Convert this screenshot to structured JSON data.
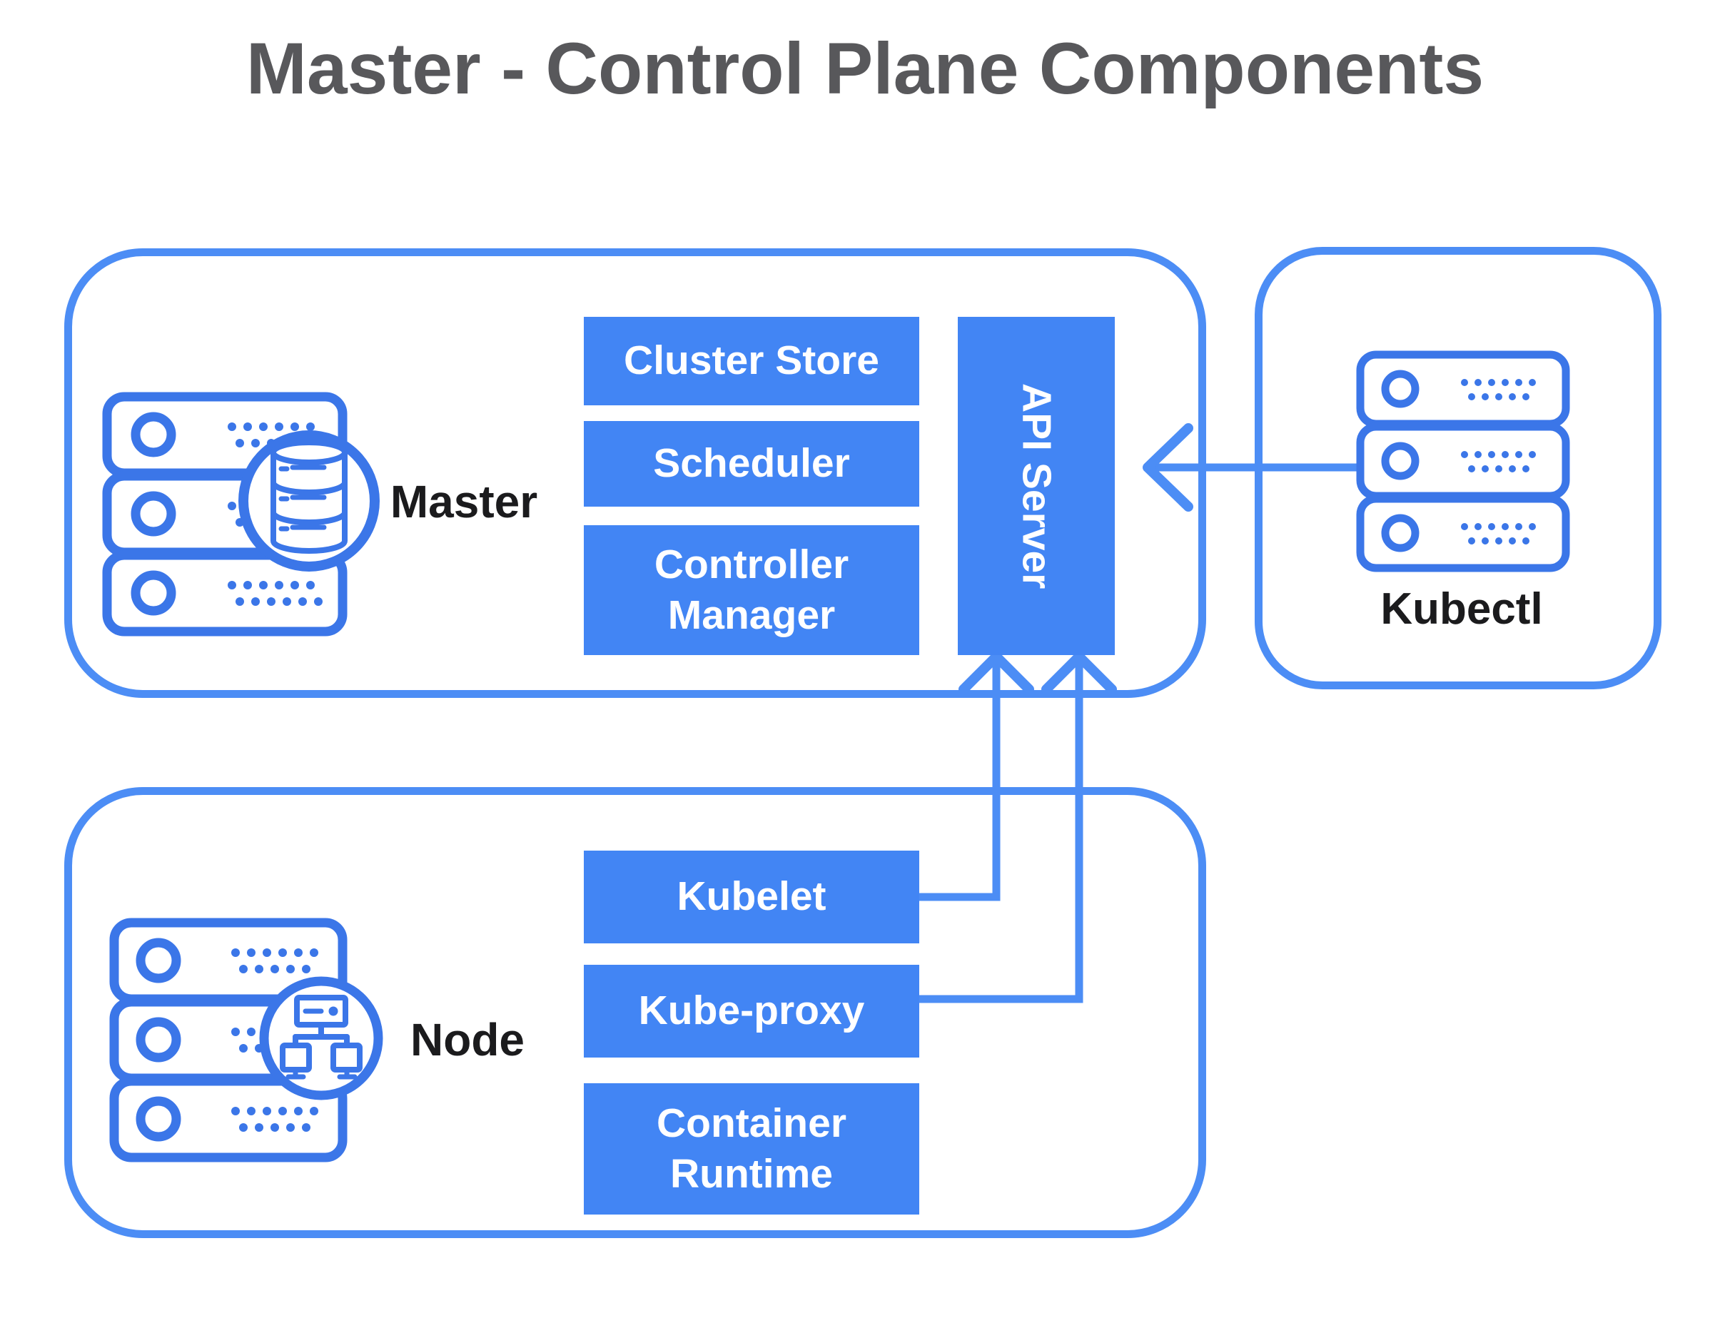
{
  "title": "Master - Control Plane Components",
  "colors": {
    "box_fill": "#4285F4",
    "container_outline": "#4C8DF5",
    "icon_stroke": "#3B76E8",
    "title_text": "#58585B",
    "label_text": "#1B1B1D",
    "box_text": "#FFFFFF",
    "background": "#FFFFFF"
  },
  "master": {
    "label": "Master",
    "box1": "Cluster Store",
    "box2": "Scheduler",
    "box3": "Controller Manager",
    "api_server": "API Server"
  },
  "kubectl": {
    "label": "Kubectl"
  },
  "node": {
    "label": "Node",
    "box1": "Kubelet",
    "box2": "Kube-proxy",
    "box3": "Container Runtime"
  },
  "icons": {
    "master_icon": "server-stack-with-database-icon",
    "node_icon": "server-stack-with-network-icon",
    "kubectl_icon": "server-stack-icon"
  },
  "connections": [
    {
      "from": "Kubectl",
      "to": "API Server",
      "direction": "left"
    },
    {
      "from": "Kubelet",
      "to": "API Server",
      "direction": "up"
    },
    {
      "from": "Kube-proxy",
      "to": "API Server",
      "direction": "up"
    }
  ]
}
